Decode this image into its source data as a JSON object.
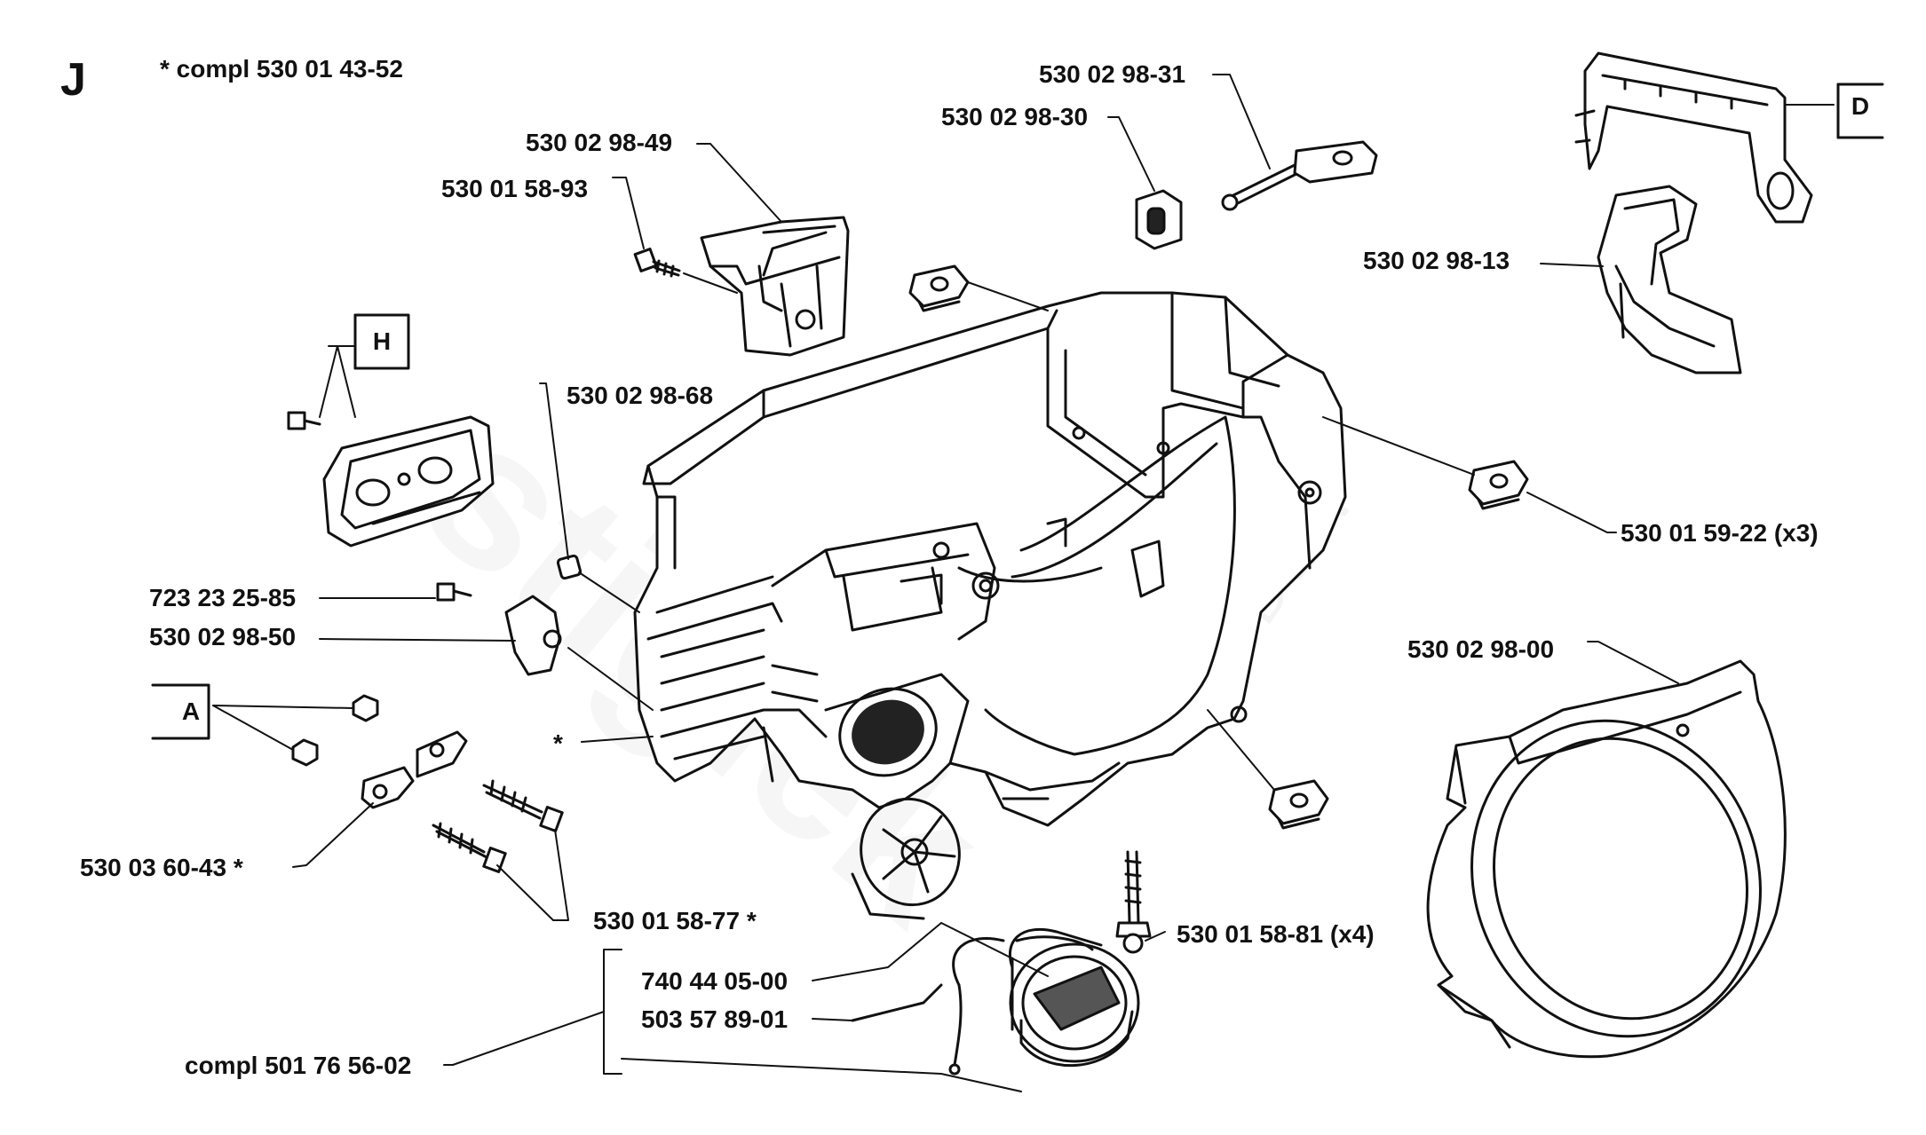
{
  "diagram": {
    "section": "J",
    "complete_assembly_note": "* compl 530 01 43-52",
    "watermark": {
      "brand": "stiglek",
      "sub": "GARDEN"
    },
    "ref_boxes": {
      "A": "A",
      "D": "D",
      "H": "H"
    },
    "part_labels": {
      "p_530_02_98_31": "530 02 98-31",
      "p_530_02_98_30": "530 02 98-30",
      "p_530_02_98_49": "530 02 98-49",
      "p_530_01_58_93": "530 01 58-93",
      "p_530_02_98_13": "530 02 98-13",
      "p_530_02_98_68": "530 02 98-68",
      "p_530_01_59_22": "530 01 59-22 (x3)",
      "p_723_23_25_85": "723 23 25-85",
      "p_530_02_98_50": "530 02 98-50",
      "p_asterisk": "*",
      "p_530_02_98_00": "530 02 98-00",
      "p_530_03_60_43": "530 03 60-43  *",
      "p_530_01_58_77": "530 01 58-77  *",
      "p_530_01_58_81": "530 01 58-81 (x4)",
      "p_740_44_05_00": "740 44 05-00",
      "p_503_57_89_01": "503 57 89-01",
      "p_compl_501_76_56_02": "compl 501 76 56-02"
    }
  }
}
